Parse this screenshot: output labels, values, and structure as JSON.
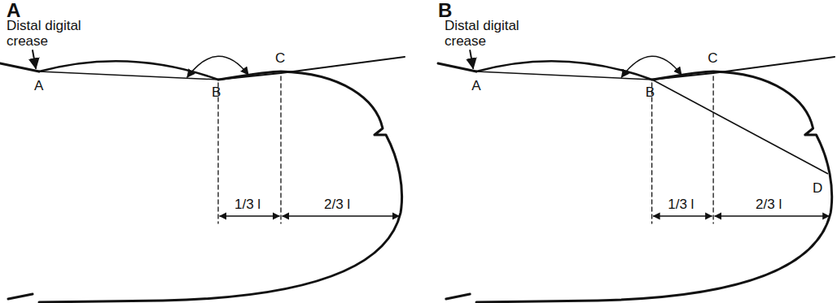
{
  "diagram": {
    "labels": [
      "A",
      "Distal digital crease",
      "A",
      "B",
      "C",
      "1/3 l",
      "2/3 l",
      "B",
      "Distal digital crease",
      "A",
      "B",
      "C",
      "D",
      "1/3 l",
      "2/3 l"
    ]
  }
}
